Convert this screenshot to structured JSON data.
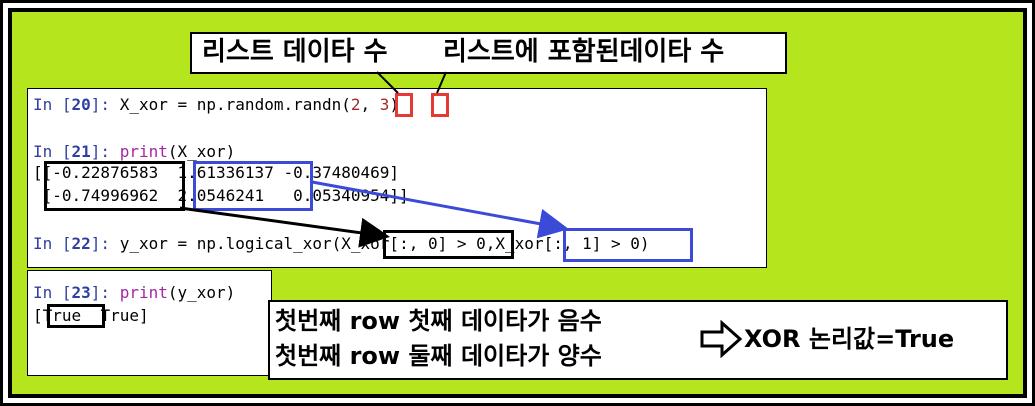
{
  "annotations": {
    "list_count_label": "리스트 데이타 수",
    "element_count_label": "리스트에 포함된데이타 수",
    "explain_line1": "첫번째 row 첫째 데이타가 음수",
    "explain_line2": "첫번째 row 둘째 데이타가 양수",
    "xor_result": "XOR 논리값=True"
  },
  "cells": [
    {
      "prompt_in": "In [",
      "num": "20",
      "prompt_end": "]: ",
      "code_a": "X_xor = np.random.randn(",
      "arg1": "2",
      "sep": ", ",
      "arg2": "3",
      "code_b": ")"
    },
    {
      "prompt_in": "In [",
      "num": "21",
      "prompt_end": "]: ",
      "fn": "print",
      "args": "(X_xor)",
      "out_line1": "[[-0.22876583  1.61336137 -0.37480469]",
      "out_line2": " [-0.74996962  2.0546241   0.05340954]]"
    },
    {
      "prompt_in": "In [",
      "num": "22",
      "prompt_end": "]: ",
      "code_a": "y_xor = np.logical_xor(",
      "part1": "X_xor[:, 0]",
      "cmp1": " > 0,",
      "part2": "X_xor[:, 1]",
      "cmp2": " > 0)"
    },
    {
      "prompt_in": "In [",
      "num": "23",
      "prompt_end": "]: ",
      "fn": "print",
      "args": "(y_xor)",
      "out_open": "[",
      "out_first": "True",
      "out_rest": "  True]"
    }
  ],
  "colors": {
    "background": "#b5e61d",
    "red_highlight": "#e53935",
    "blue_highlight": "#3b4bd8",
    "black_highlight": "#000000"
  },
  "icons": [
    "outline-right-arrow-icon"
  ]
}
